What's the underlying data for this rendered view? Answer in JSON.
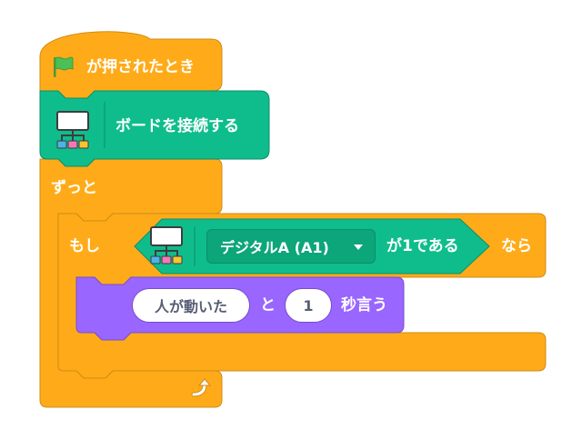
{
  "colors": {
    "events": "#FFAB19",
    "events_edge": "#CF8B17",
    "control": "#FFAB19",
    "control_edge": "#CF8B17",
    "extension": "#0FBD8C",
    "extension_edge": "#0B8E69",
    "extension_dark": "#0DA57A",
    "looks": "#9966FF",
    "looks_edge": "#774DCB",
    "label": "#FFFFFF",
    "input_text": "#575E75"
  },
  "blocks": {
    "hat": {
      "icon": "green-flag-icon",
      "label": "が押されたとき"
    },
    "connect": {
      "icon": "board-icon",
      "label": "ボードを接続する"
    },
    "forever": {
      "label": "ずっと",
      "end_icon": "loop-arrow-icon"
    },
    "if": {
      "label_if": "もし",
      "label_then": "なら",
      "condition": {
        "icon": "board-icon",
        "pin_value": "デジタルA (A1)",
        "label_is": "が1である"
      }
    },
    "say": {
      "message": "人が動いた",
      "label_and": "と",
      "seconds": "1",
      "label_tail": "秒言う"
    }
  }
}
